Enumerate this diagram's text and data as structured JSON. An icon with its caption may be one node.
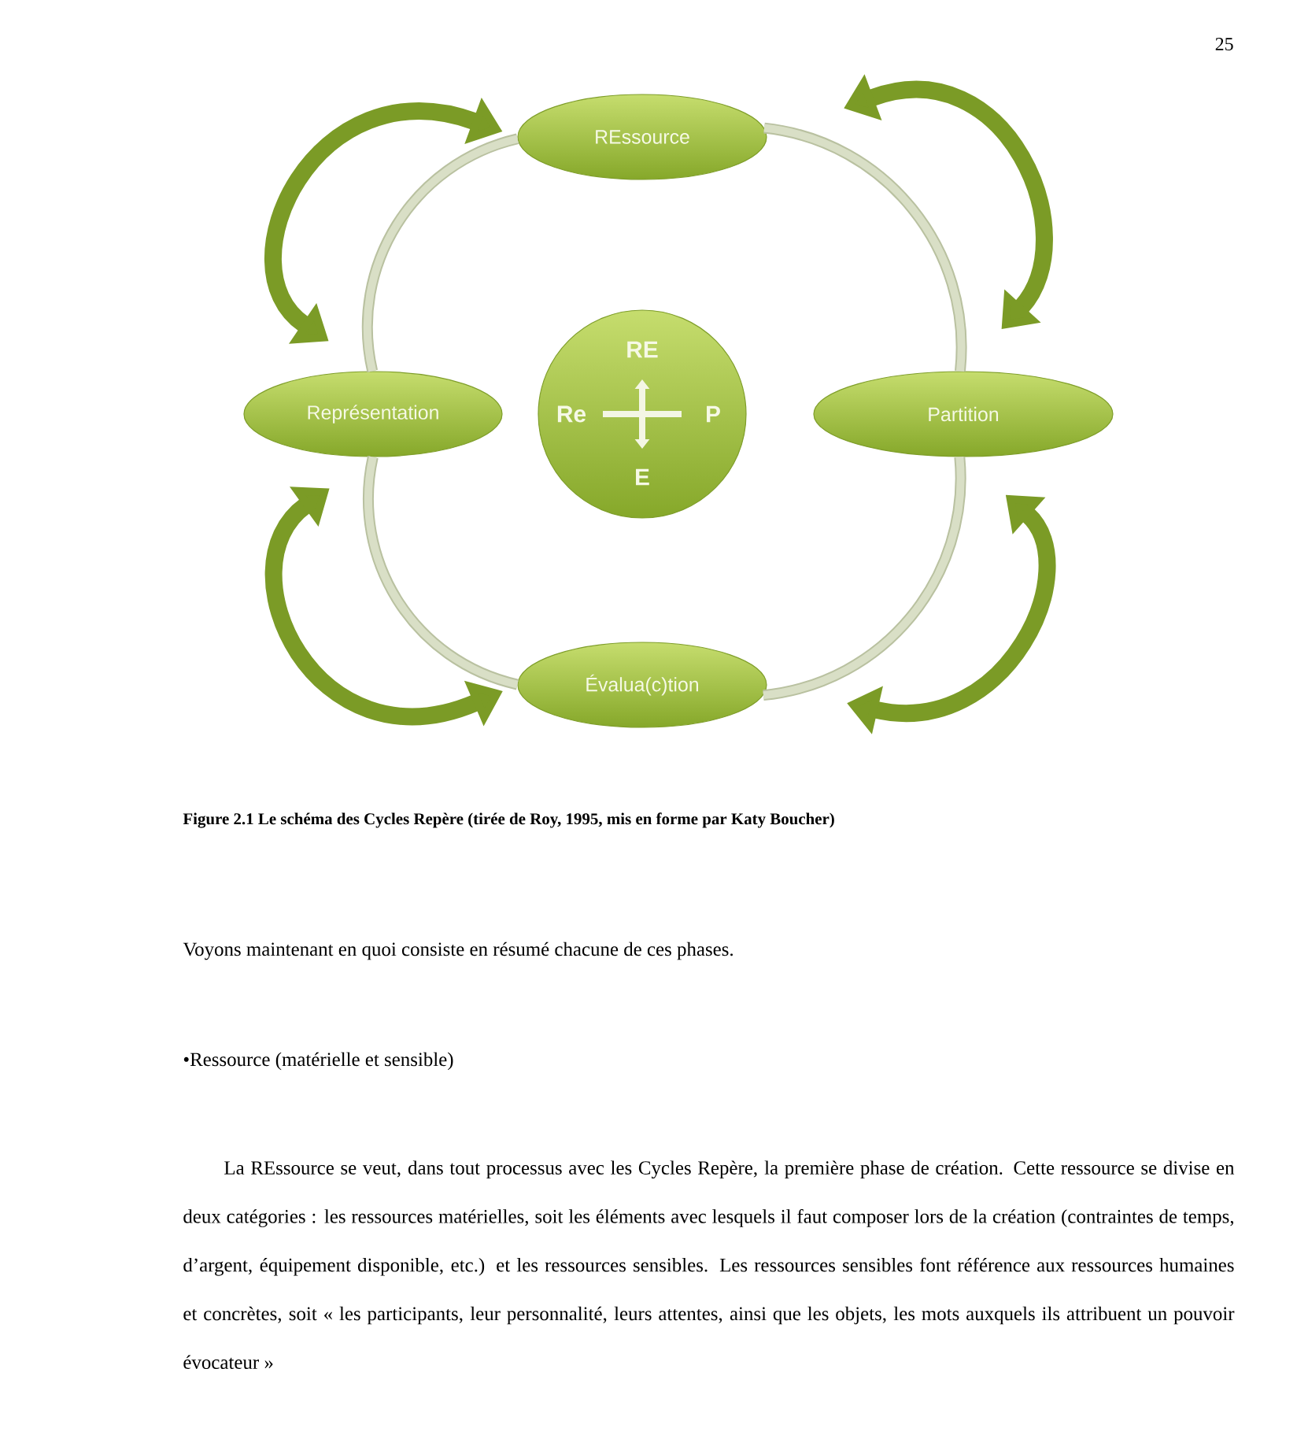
{
  "diagram": {
    "caption": "Figure 2.1 Le schéma des Cycles Repère (tirée de Roy, 1995, mis en forme par Katy Boucher)",
    "nodes": [
      {
        "text": [
          "REssource"
        ]
      },
      {
        "text": [
          "Partition"
        ]
      },
      {
        "text": [
          "Évalua(c)tion"
        ]
      },
      {
        "text": [
          "Représentation"
        ]
      },
      {
        "text": [
          "RE",
          "Re",
          "P",
          "E"
        ]
      }
    ],
    "edges": [
      {
        "from": 3,
        "to": 0,
        "arrow": "both"
      },
      {
        "from": 0,
        "to": 1,
        "arrow": "both"
      },
      {
        "from": 1,
        "to": 2,
        "arrow": "both"
      },
      {
        "from": 2,
        "to": 3,
        "arrow": "both"
      },
      {
        "from": 0,
        "to": 1,
        "arrow": "none",
        "color": "#d9dfc6"
      },
      {
        "from": 1,
        "to": 2,
        "arrow": "none",
        "color": "#d9dfc6"
      },
      {
        "from": 2,
        "to": 3,
        "arrow": "none",
        "color": "#d9dfc6"
      },
      {
        "from": 3,
        "to": 0,
        "arrow": "none",
        "color": "#d9dfc6"
      }
    ],
    "labels": [
      "25",
      "Voyons maintenant en quoi consiste en résumé chacune de ces phases.",
      "•Ressource (matérielle et sensible)",
      "La REssource se veut, dans tout processus avec les Cycles Repère, la première phase de création. Cette ressource se divise en deux catégories : les ressources matérielles, soit les éléments avec lesquels il faut composer lors de la création (contraintes de temps, d’argent, équipement disponible, etc.) et les ressources sensibles. Les ressources sensibles font référence aux ressources humaines et concrètes, soit «  les participants, leur personnalité, leurs attentes, ainsi que les objets, les mots auxquels ils attribuent un pouvoir évocateur »"
    ]
  }
}
